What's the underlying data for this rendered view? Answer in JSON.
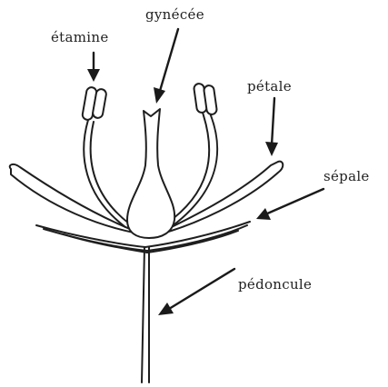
{
  "labels": {
    "etamine": "étamine",
    "gynecee": "gynécée",
    "petale": "pétale",
    "sepale": "sépale",
    "pedoncule": "pédoncule"
  },
  "colors": {
    "ink": "#1e1e1e",
    "background": "#ffffff"
  }
}
